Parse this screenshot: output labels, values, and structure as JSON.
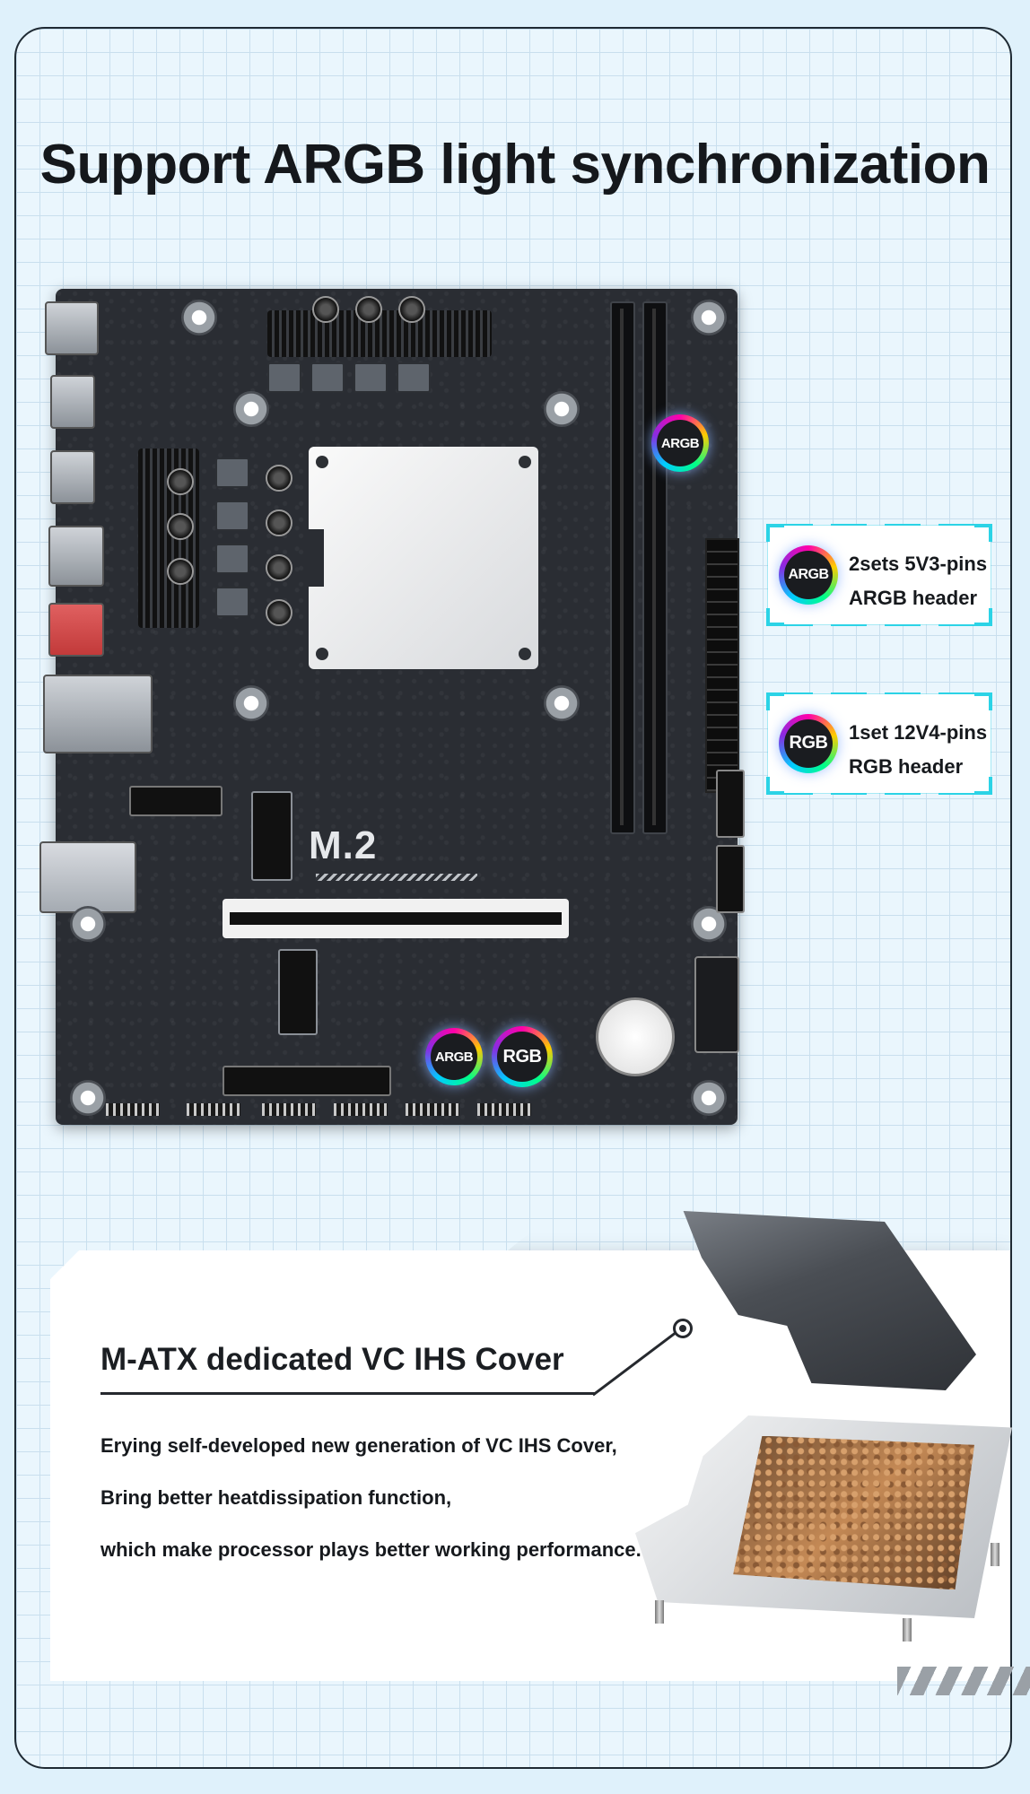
{
  "headline": "Support ARGB light synchronization",
  "board": {
    "m2_logo": "M.2",
    "argb_badge": "ARGB",
    "rgb_badge": "RGB"
  },
  "callouts": [
    {
      "badge": "ARGB",
      "line1": "2sets 5V3-pins",
      "line2": "ARGB header"
    },
    {
      "badge": "RGB",
      "line1": "1set 12V4-pins",
      "line2": "RGB header"
    }
  ],
  "ihs_panel": {
    "title": "M-ATX dedicated VC IHS Cover",
    "lines": [
      "Erying self-developed new generation of VC IHS Cover,",
      "Bring better heatdissipation function,",
      "which make processor plays better working performance."
    ]
  },
  "colors": {
    "accent": "#2bd3e6",
    "board": "#2a2d33",
    "background": "#eaf6fd"
  },
  "icons": [
    "argb-glow-icon",
    "rgb-glow-icon",
    "target-ring-icon"
  ]
}
